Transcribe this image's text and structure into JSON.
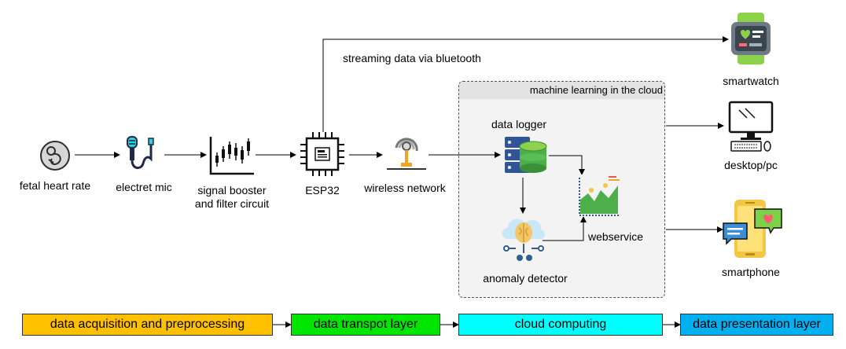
{
  "nodes": {
    "fetal": "fetal heart rate",
    "mic": "electret mic",
    "booster_line1": "signal booster",
    "booster_line2": "and filter circuit",
    "esp32": "ESP32",
    "wireless": "wireless network",
    "smartwatch": "smartwatch",
    "desktop": "desktop/pc",
    "smartphone": "smartphone",
    "data_logger": "data logger",
    "webservice": "webservice",
    "anomaly": "anomaly detector"
  },
  "edges": {
    "bluetooth": "streaming data via bluetooth"
  },
  "cloud": {
    "title": "machine learning in the cloud"
  },
  "layers": [
    {
      "label": "data acquisition and preprocessing",
      "color": "#ffc000"
    },
    {
      "label": "data transpot layer",
      "color": "#00e600"
    },
    {
      "label": "cloud computing",
      "color": "#00ffff"
    },
    {
      "label": "data presentation layer",
      "color": "#00b0f0"
    }
  ]
}
